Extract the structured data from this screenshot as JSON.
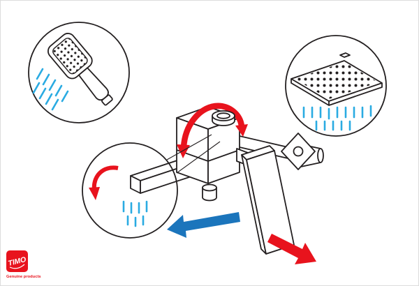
{
  "colors": {
    "line": "#231f20",
    "red": "#e8131d",
    "arrow_blue": "#1b75bc",
    "spray": "#2aabe2",
    "background": "#ffffff"
  },
  "logo": {
    "brand": "TIMO",
    "tagline": "Genuine products"
  },
  "icons": {
    "hand_shower": "hand-shower-icon",
    "rain_shower": "rain-shower-icon",
    "diverter_rotation": "rotation-arrow-icon",
    "spout_rotation": "spout-rotation-arrow-icon",
    "direction_left": "left-direction-arrow",
    "direction_right": "right-direction-arrow"
  }
}
